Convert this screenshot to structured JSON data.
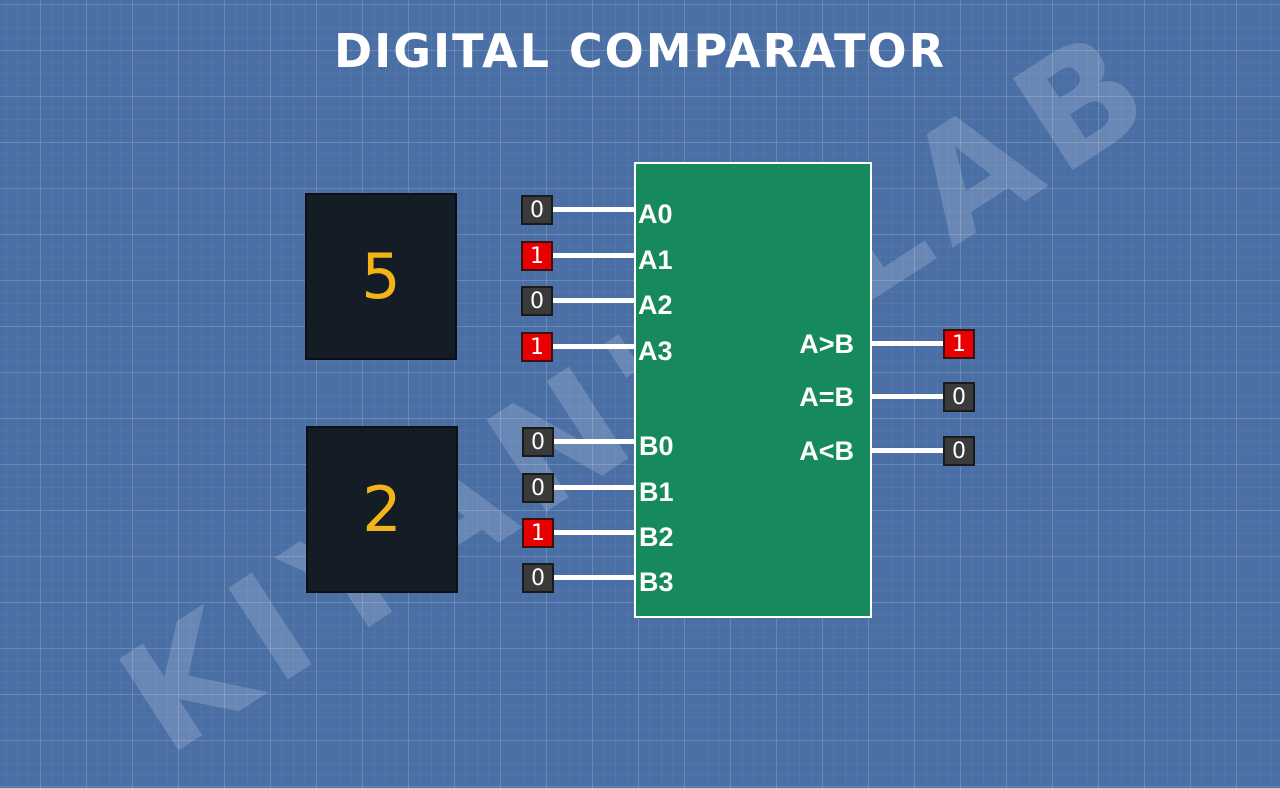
{
  "title": "DIGITAL COMPARATOR",
  "watermark": "KIYAN'S LAB",
  "displays": {
    "a": "5",
    "b": "2"
  },
  "inputs": {
    "a": [
      {
        "label": "A0",
        "bit": "0"
      },
      {
        "label": "A1",
        "bit": "1"
      },
      {
        "label": "A2",
        "bit": "0"
      },
      {
        "label": "A3",
        "bit": "1"
      }
    ],
    "b": [
      {
        "label": "B0",
        "bit": "0"
      },
      {
        "label": "B1",
        "bit": "0"
      },
      {
        "label": "B2",
        "bit": "1"
      },
      {
        "label": "B3",
        "bit": "0"
      }
    ]
  },
  "outputs": [
    {
      "label": "A>B",
      "bit": "1"
    },
    {
      "label": "A=B",
      "bit": "0"
    },
    {
      "label": "A<B",
      "bit": "0"
    }
  ],
  "colors": {
    "background": "#4a6fa5",
    "chip": "#168a5c",
    "bit_on": "#e80000",
    "bit_off": "#3a3a3a",
    "digit": "#f2b418"
  }
}
